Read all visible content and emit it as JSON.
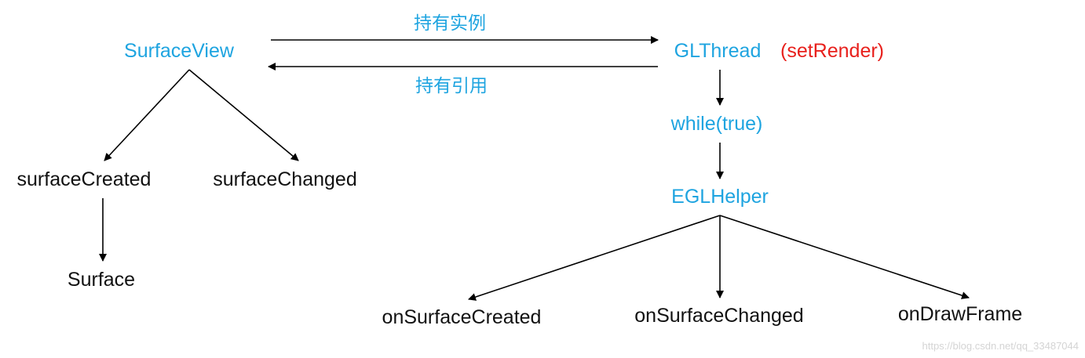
{
  "nodes": {
    "surface_view": "SurfaceView",
    "gl_thread": "GLThread",
    "set_render": "(setRender)",
    "while_true": "while(true)",
    "egl_helper": "EGLHelper",
    "surface_created": "surfaceCreated",
    "surface_changed": "surfaceChanged",
    "surface": "Surface",
    "on_surface_created": "onSurfaceCreated",
    "on_surface_changed": "onSurfaceChanged",
    "on_draw_frame": "onDrawFrame"
  },
  "edge_labels": {
    "holds_instance": "持有实例",
    "holds_reference": "持有引用"
  },
  "watermark": "https://blog.csdn.net/qq_33487044",
  "colors": {
    "blue": "#1ea4e0",
    "black": "#111111",
    "red": "#e8201c",
    "edge": "#000000"
  }
}
